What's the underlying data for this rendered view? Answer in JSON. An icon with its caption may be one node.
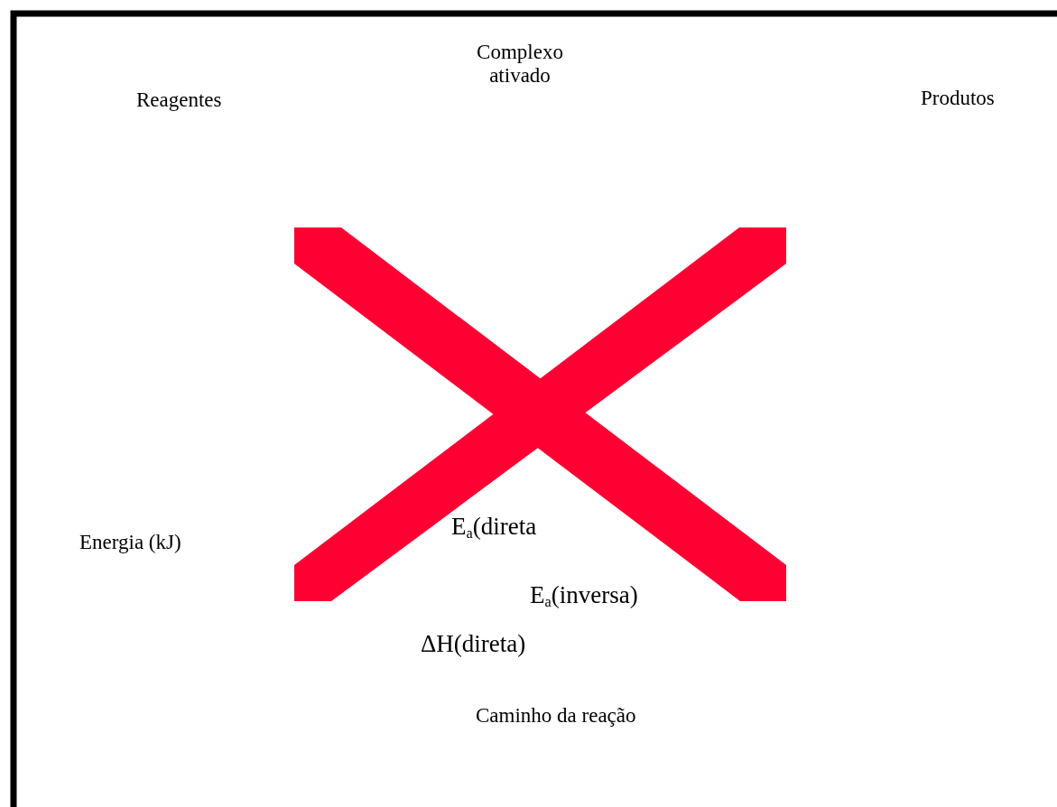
{
  "diagram": {
    "labels": [
      "Complexo ativado",
      "Reagentes",
      "Produtos",
      "Energia (kJ)",
      "E$_{a}$(direta",
      "E$_{a}$(inversa)",
      "ΔH(direta)",
      "Caminho da reação"
    ]
  }
}
